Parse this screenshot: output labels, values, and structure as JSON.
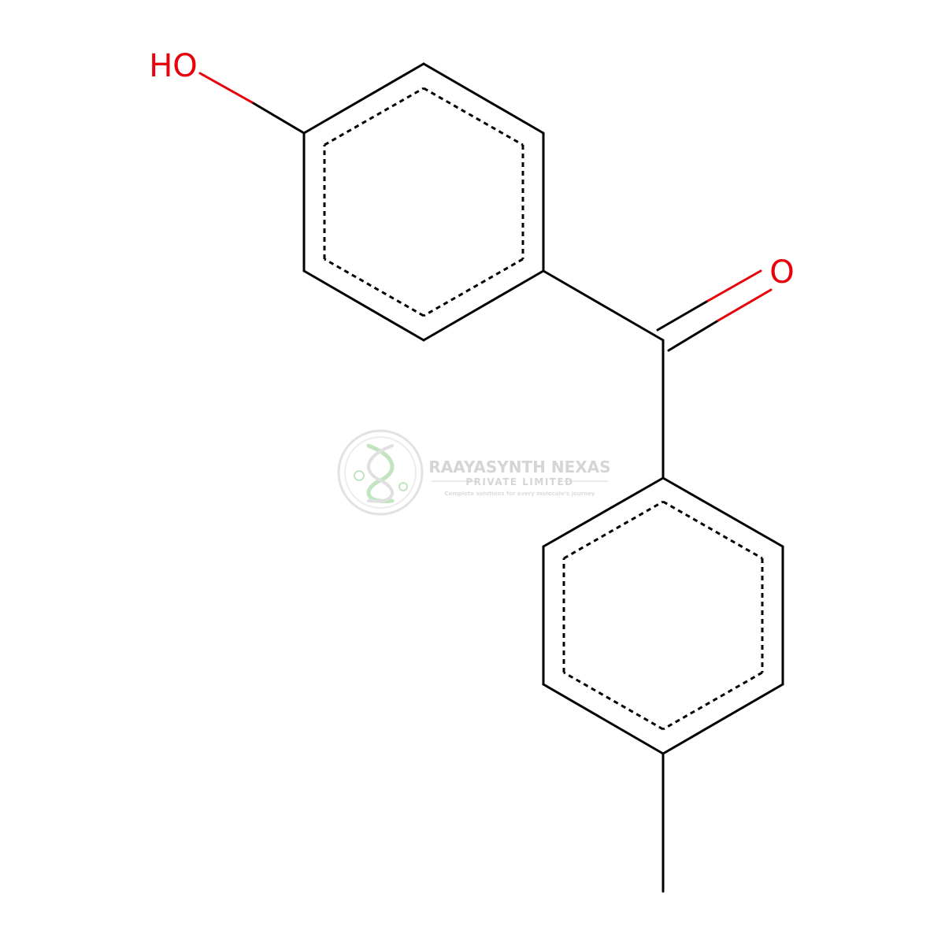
{
  "molecule": {
    "atoms": {
      "hydroxyl": "HO",
      "carbonyl_oxygen": "O"
    },
    "colors": {
      "bond": "#000000",
      "heteroatom": "#e8000b"
    }
  },
  "watermark": {
    "company_name": "RAAYASYNTH NEXAS",
    "company_subtitle": "PRIVATE LIMITED",
    "tagline": "Complete solutions for every molecule's journey",
    "colors": {
      "text": "#b3b3b3",
      "logo_ring": "#cccccc",
      "logo_accent": "#8fd08f"
    }
  }
}
